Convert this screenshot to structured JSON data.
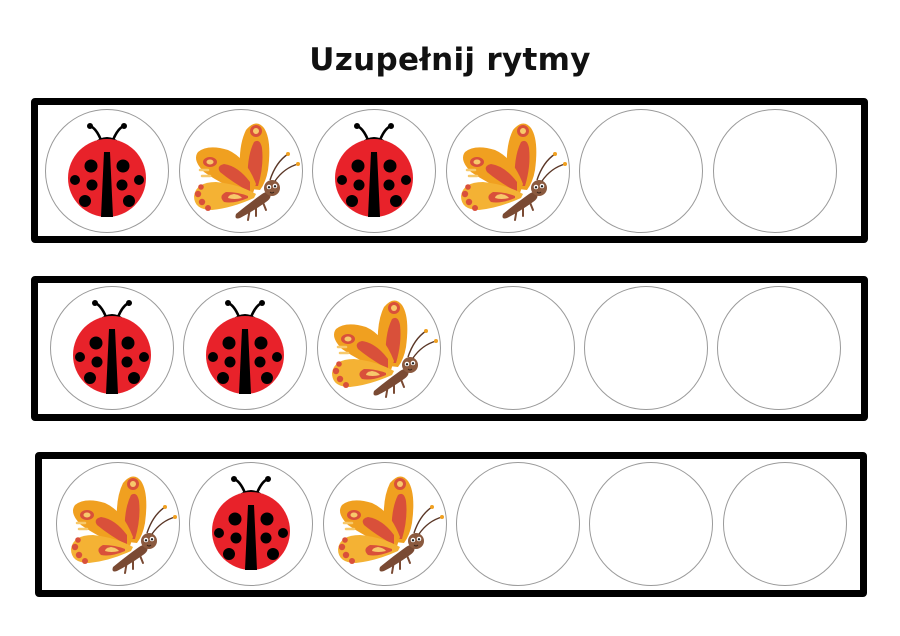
{
  "page": {
    "title": "Uzupełnij rytmy"
  },
  "icons": {
    "ladybug": "ladybug-icon",
    "butterfly": "butterfly-icon"
  },
  "colors": {
    "ladybug_red": "#e8222a",
    "ladybug_black": "#000000",
    "butterfly_orange": "#f0a020",
    "butterfly_red": "#d9503a",
    "butterfly_body": "#7a4a33",
    "frame_border": "#000000",
    "slot_outline": "#9a9a9a"
  },
  "rows": [
    {
      "name": "rhythm-row-1",
      "pattern": "ladybug, butterfly",
      "slots": [
        "ladybug",
        "butterfly",
        "ladybug",
        "butterfly",
        "empty",
        "empty"
      ]
    },
    {
      "name": "rhythm-row-2",
      "pattern": "ladybug, ladybug, butterfly",
      "slots": [
        "ladybug",
        "ladybug",
        "butterfly",
        "empty",
        "empty",
        "empty"
      ]
    },
    {
      "name": "rhythm-row-3",
      "pattern": "butterfly, ladybug, butterfly",
      "slots": [
        "butterfly",
        "ladybug",
        "butterfly",
        "empty",
        "empty",
        "empty"
      ]
    }
  ]
}
